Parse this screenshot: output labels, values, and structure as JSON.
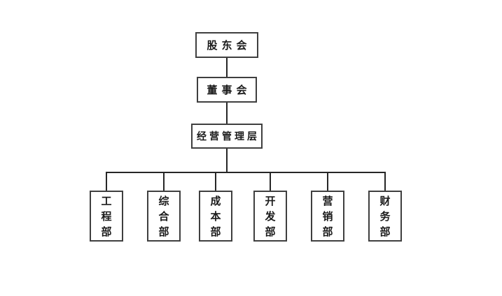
{
  "diagram": {
    "type": "org-chart",
    "colors": {
      "background": "#ffffff",
      "box_border": "#3f3f3f",
      "connector_line": "#262626",
      "text": "#1a1a1a"
    },
    "chain": [
      {
        "label": "股东会"
      },
      {
        "label": "董事会"
      },
      {
        "label": "经营管理层"
      }
    ],
    "departments": [
      {
        "label": "工程部"
      },
      {
        "label": "综合部"
      },
      {
        "label": "成本部"
      },
      {
        "label": "开发部"
      },
      {
        "label": "营销部"
      },
      {
        "label": "财务部"
      }
    ]
  }
}
